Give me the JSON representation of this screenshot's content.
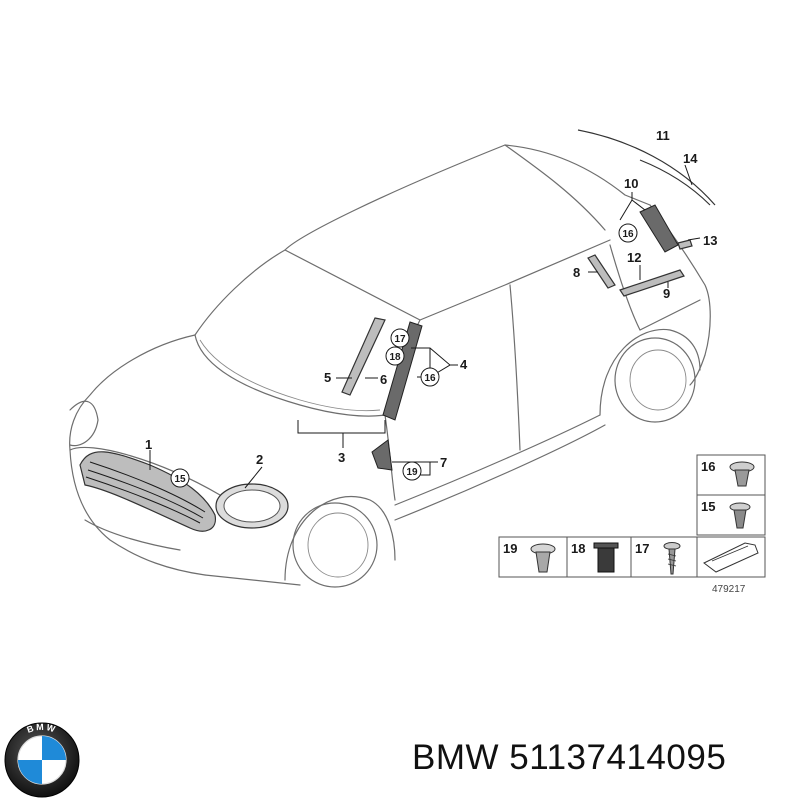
{
  "diagram": {
    "callouts": {
      "c1": "1",
      "c2": "2",
      "c3": "3",
      "c4": "4",
      "c5": "5",
      "c6": "6",
      "c7": "7",
      "c8": "8",
      "c9": "9",
      "c10": "10",
      "c11": "11",
      "c12": "12",
      "c13": "13",
      "c14": "14"
    },
    "circled": {
      "r15": "15",
      "r16a": "16",
      "r16b": "16",
      "r17": "17",
      "r18": "18",
      "r19": "19"
    },
    "legend": {
      "l16": "16",
      "l15": "15",
      "l19": "19",
      "l18": "18",
      "l17": "17"
    },
    "reference_number": "479217"
  },
  "brand": {
    "logo_letters": "BMW",
    "caption": "BMW 51137414095"
  }
}
